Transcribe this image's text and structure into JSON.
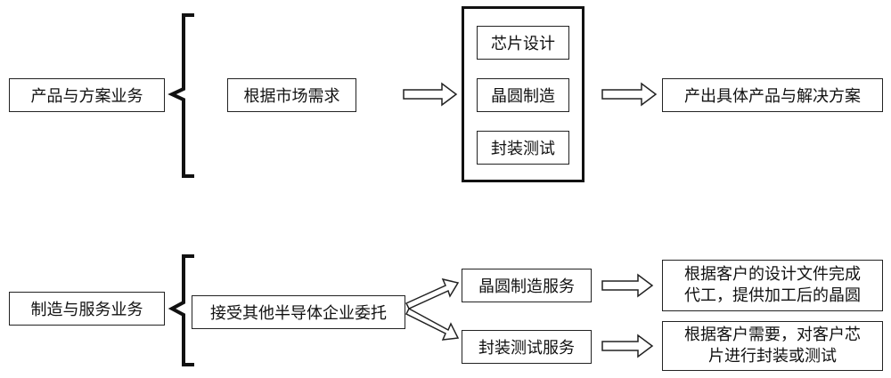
{
  "top": {
    "category": "产品与方案业务",
    "input": "根据市场需求",
    "steps": [
      "芯片设计",
      "晶圆制造",
      "封装测试"
    ],
    "output": "产出具体产品与解决方案"
  },
  "bottom": {
    "category": "制造与服务业务",
    "input": "接受其他半导体企业委托",
    "services": [
      {
        "name": "晶圆制造服务",
        "result_line1": "根据客户的设计文件完成",
        "result_line2": "代工，提供加工后的晶圆"
      },
      {
        "name": "封装测试服务",
        "result_line1": "根据客户需要，对客户芯",
        "result_line2": "片进行封装或测试"
      }
    ]
  }
}
